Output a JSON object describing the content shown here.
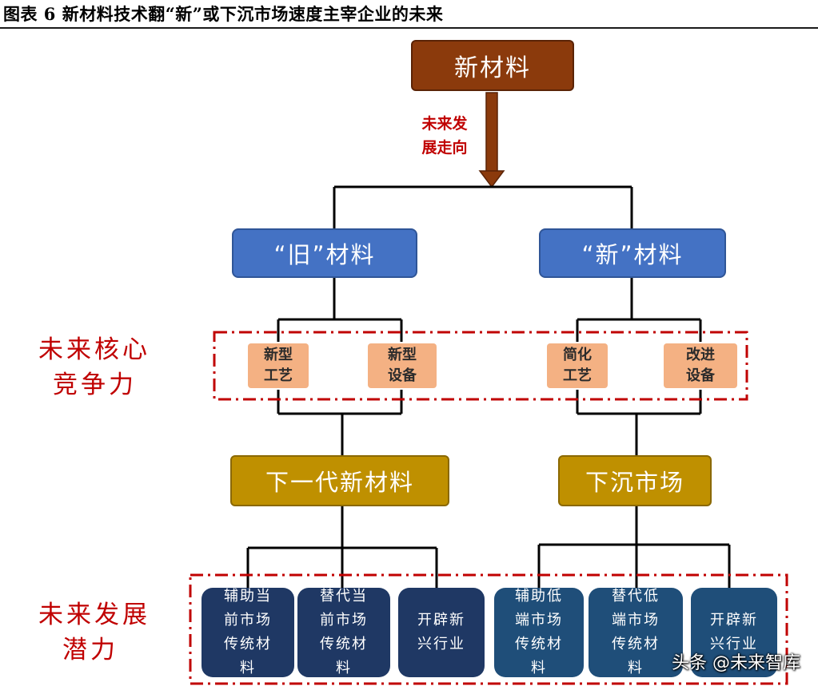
{
  "title": "图表 6 新材料技术翻“新”或下沉市场速度主宰企业的未来",
  "root": {
    "label": "新材料"
  },
  "arrow_label": {
    "line1": "未来发",
    "line2": "展走向"
  },
  "branches": {
    "old": {
      "label": "“旧”材料"
    },
    "new": {
      "label": "“新”材料"
    }
  },
  "core_label": {
    "line1": "未来核心",
    "line2": "竞争力"
  },
  "core_items": [
    {
      "line1": "新型",
      "line2": "工艺"
    },
    {
      "line1": "新型",
      "line2": "设备"
    },
    {
      "line1": "简化",
      "line2": "工艺"
    },
    {
      "line1": "改进",
      "line2": "设备"
    }
  ],
  "results": {
    "left": {
      "label": "下一代新材料"
    },
    "right": {
      "label": "下沉市场"
    }
  },
  "potential_label": {
    "line1": "未来发展",
    "line2": "潜力"
  },
  "potential_items": [
    {
      "lines": [
        "辅助当",
        "前市场",
        "传统材",
        "料"
      ]
    },
    {
      "lines": [
        "替代当",
        "前市场",
        "传统材",
        "料"
      ]
    },
    {
      "lines": [
        "开辟新",
        "兴行业"
      ]
    },
    {
      "lines": [
        "辅助低",
        "端市场",
        "传统材",
        "料"
      ]
    },
    {
      "lines": [
        "替代低",
        "端市场",
        "传统材",
        "料"
      ]
    },
    {
      "lines": [
        "开辟新",
        "兴行业"
      ]
    }
  ],
  "watermark": "头条 @未来智库",
  "colors": {
    "root": "#8b3a0c",
    "branch": "#4472c4",
    "core": "#f4b183",
    "result": "#bf9000",
    "potential_left": "#1f3864",
    "potential_right": "#1f4e79",
    "accent_red": "#c00000"
  }
}
